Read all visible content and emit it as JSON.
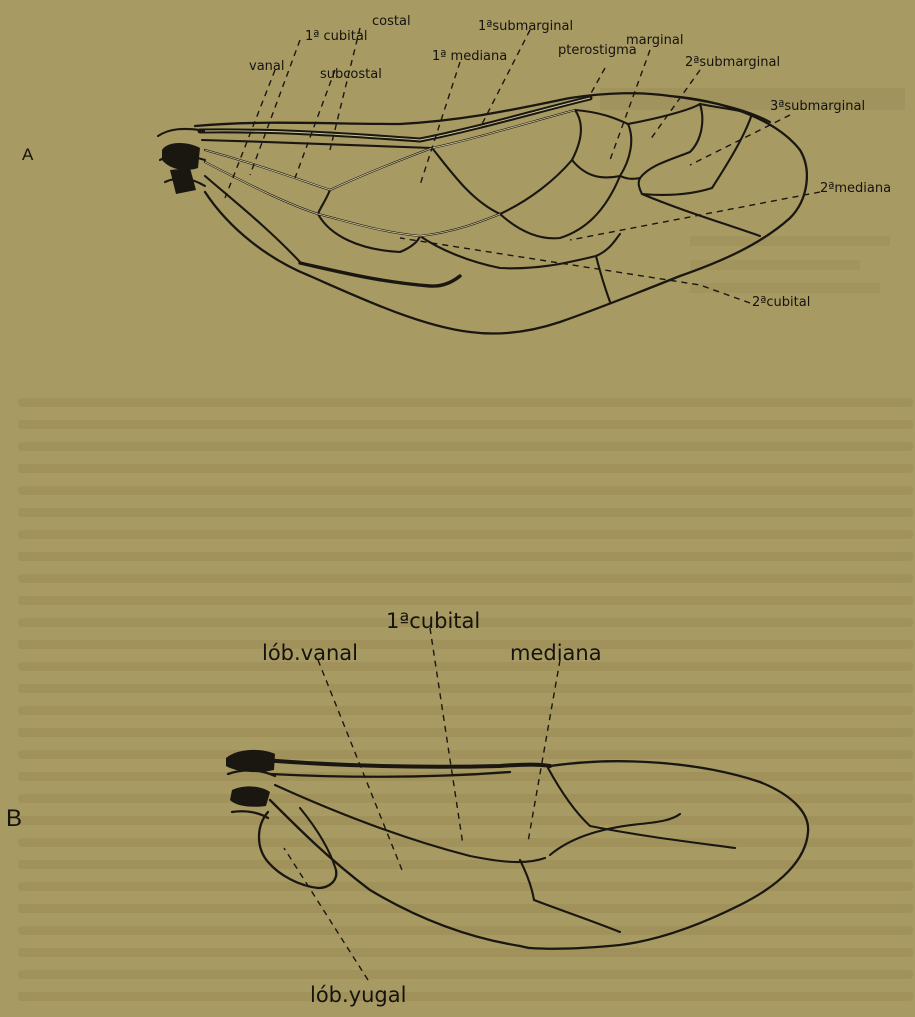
{
  "figure_a": {
    "panel_letter": "A",
    "labels": {
      "cubital_1": "1ª cubital",
      "costal": "costal",
      "submarginal_1": "1ªsubmarginal",
      "vanal": "vanal",
      "subcostal": "subcostal",
      "mediana_1": "1ª mediana",
      "pterostigma": "pterostigma",
      "marginal": "marginal",
      "submarginal_2": "2ªsubmarginal",
      "submarginal_3": "3ªsubmarginal",
      "mediana_2": "2ªmediana",
      "cubital_2": "2ªcubital"
    }
  },
  "figure_b": {
    "panel_letter": "B",
    "labels": {
      "cubital_1": "1ªcubital",
      "lob_vanal": "lób.vanal",
      "mediana": "mediana",
      "lob_yugal": "lób.yugal"
    }
  },
  "colors": {
    "paper": "#a89a63",
    "ink": "#1a1711"
  }
}
